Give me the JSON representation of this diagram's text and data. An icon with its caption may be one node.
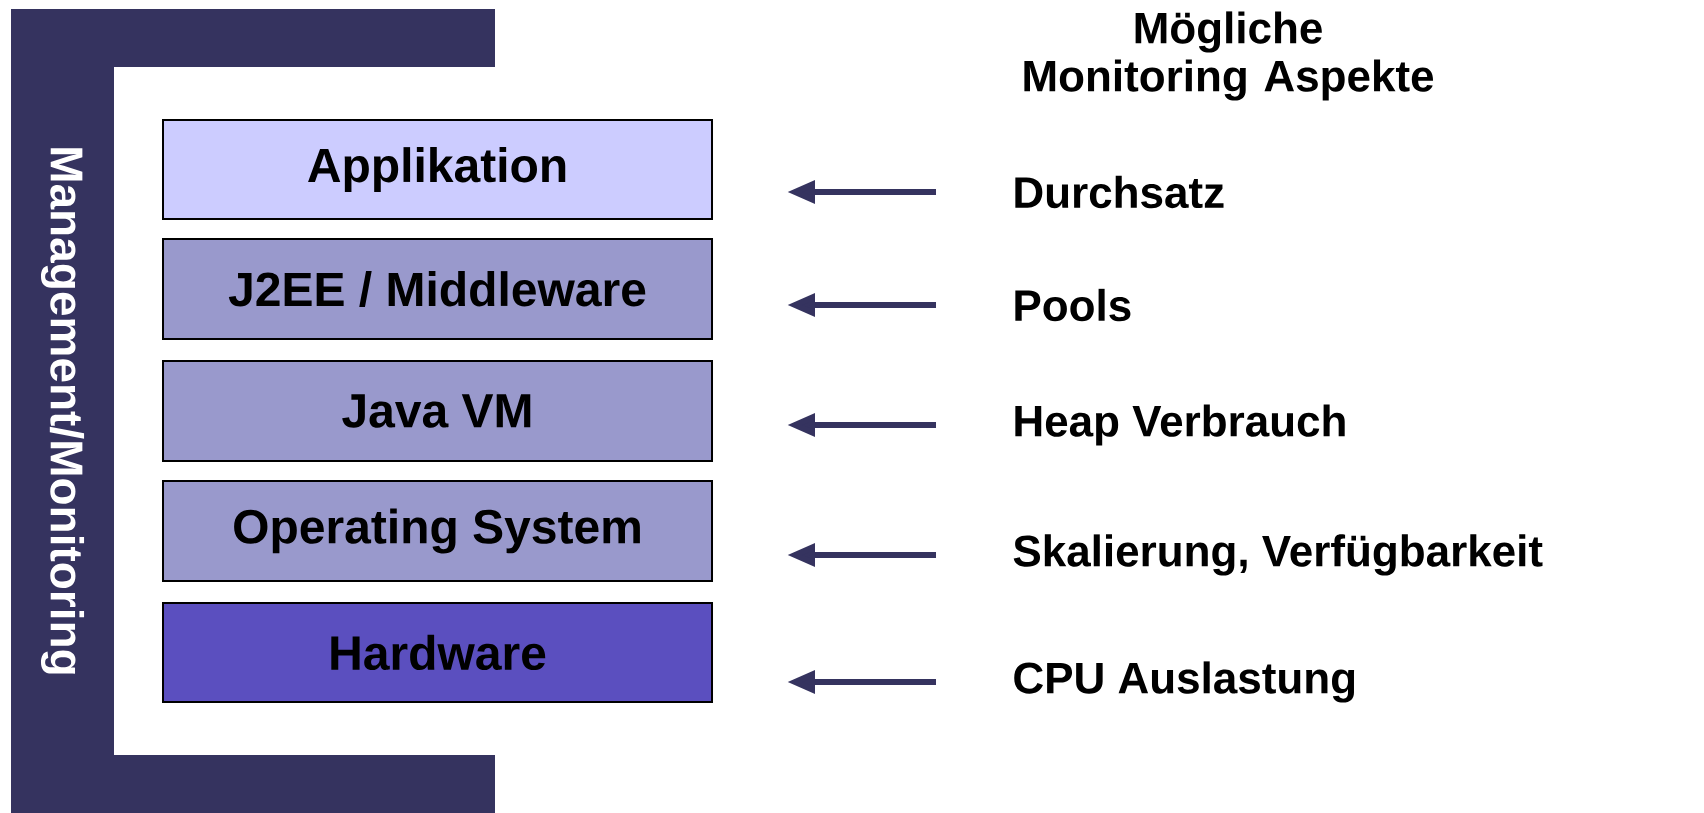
{
  "diagram": {
    "title": "Mögliche Monitoring Aspekte",
    "nodes": [
      {
        "text": [
          "Management/Monitoring"
        ]
      },
      {
        "text": [
          "Applikation"
        ]
      },
      {
        "text": [
          "J2EE / Middleware"
        ]
      },
      {
        "text": [
          "Java VM"
        ]
      },
      {
        "text": [
          "Operating System"
        ]
      },
      {
        "text": [
          "Hardware"
        ]
      },
      {
        "text": [
          "Durchsatz"
        ]
      },
      {
        "text": [
          "Pools"
        ]
      },
      {
        "text": [
          "Heap Verbrauch"
        ]
      },
      {
        "text": [
          "Skalierung, Verfügbarkeit"
        ]
      },
      {
        "text": [
          "CPU Auslastung"
        ]
      }
    ],
    "edges": [
      {
        "from": 6,
        "to": 1,
        "arrow": "to"
      },
      {
        "from": 7,
        "to": 2,
        "arrow": "to"
      },
      {
        "from": 8,
        "to": 3,
        "arrow": "to"
      },
      {
        "from": 9,
        "to": 4,
        "arrow": "to"
      },
      {
        "from": 10,
        "to": 5,
        "arrow": "to"
      }
    ]
  }
}
